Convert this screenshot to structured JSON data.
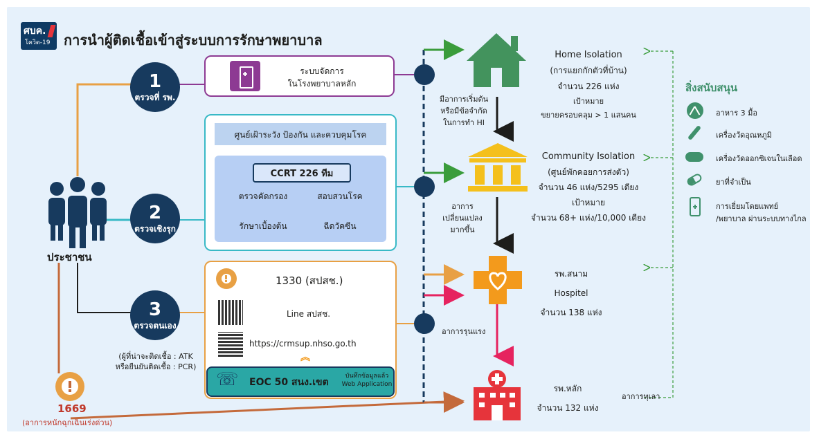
{
  "header": {
    "logo_text": "ศบค.",
    "logo_sub": "โควิด-19",
    "title": "การนำผู้ติดเชื้อเข้าสู่ระบบการรักษาพยาบาล"
  },
  "people": {
    "label": "ประชาชน"
  },
  "steps": [
    {
      "num": "1",
      "label": "ตรวจที่ รพ."
    },
    {
      "num": "2",
      "label": "ตรวจเชิงรุก"
    },
    {
      "num": "3",
      "label": "ตรวจตนเอง"
    }
  ],
  "self_test_note": {
    "line1": "(ผู้ที่น่าจะติดเชื้อ : ATK",
    "line2": "หรือยืนยันติดเชื้อ : PCR)"
  },
  "emergency": {
    "number": "1669",
    "note": "(อาการหนักฉุกเฉินเร่งด่วน)"
  },
  "hospital_system": {
    "line1": "ระบบจัดการ",
    "line2": "ในโรงพยาบาลหลัก"
  },
  "surveillance": {
    "header": "ศูนย์เฝ้าระวัง ป้องกัน และควบคุมโรค",
    "ccrt": "CCRT 226 ทีม",
    "items": [
      "ตรวจคัดกรอง",
      "สอบสวนโรค",
      "รักษาเบื้องต้น",
      "ฉีดวัคซีน"
    ]
  },
  "hotline": {
    "number": "1330 (สปสช.)",
    "line": "Line สปสช.",
    "url": "https://crmsup.nhso.go.th",
    "eoc": "EOC 50 สนง.เขต",
    "eoc_note1": "บันทึกข้อมูลแล้ว",
    "eoc_note2": "Web Application"
  },
  "transitions": {
    "hi_to_ci": {
      "line1": "มีอาการเริ่มต้น",
      "line2": "หรือมีข้อจำกัด",
      "line3": "ในการทำ HI"
    },
    "ci_to_field": {
      "line1": "อาการ",
      "line2": "เปลี่ยนแปลง",
      "line3": "มากขึ้น"
    },
    "field_to_main": "อาการรุนแรง",
    "improving": "อาการทุเลา"
  },
  "facilities": {
    "hi": {
      "name": "Home Isolation",
      "sub": "(การแยกกักตัวที่บ้าน)",
      "count": "จำนวน 226 แห่ง",
      "target": "เป้าหมาย",
      "target_detail": "ขยายครอบคลุม > 1 แสนคน"
    },
    "ci": {
      "name": "Community Isolation",
      "sub": "(ศูนย์พักคอยการส่งตัว)",
      "count": "จำนวน 46 แห่ง/5295 เตียง",
      "target": "เป้าหมาย",
      "target_detail": "จำนวน 68+ แห่ง/10,000 เตียง"
    },
    "field": {
      "name": "รพ.สนาม",
      "sub": "Hospitel",
      "count": "จำนวน 138 แห่ง"
    },
    "main": {
      "name": "รพ.หลัก",
      "count": "จำนวน 132 แห่ง"
    }
  },
  "support": {
    "title": "สิ่งสนับสนุน",
    "items": [
      {
        "icon": "meal-icon",
        "label": "อาหาร 3 มื้อ"
      },
      {
        "icon": "thermometer-icon",
        "label": "เครื่องวัดอุณหภูมิ"
      },
      {
        "icon": "oximeter-icon",
        "label": "เครื่องวัดออกซิเจนในเลือด"
      },
      {
        "icon": "pill-icon",
        "label": "ยาที่จำเป็น"
      },
      {
        "icon": "telemedicine-icon",
        "label": "การเยี่ยมโดยแพทย์",
        "label2": "/พยาบาล ผ่านระบบทางไกล"
      }
    ]
  },
  "colors": {
    "navy": "#173a5e",
    "orange": "#e8a044",
    "teal": "#38b9c6",
    "purple": "#8d3a93",
    "green": "#3a9c3b",
    "red": "#e6235f",
    "house": "#43935d",
    "gold": "#f4c01c",
    "cross": "#f39a1c",
    "hospital": "#e6343b",
    "support_green": "#40916c"
  }
}
